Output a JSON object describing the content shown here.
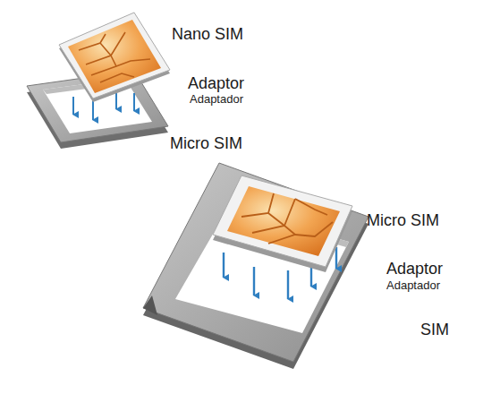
{
  "diagram": {
    "labels": [
      "Nano SIM",
      "Adaptor",
      "Adaptador",
      "Micro SIM",
      "Micro SIM",
      "Adaptor",
      "Adaptador",
      "SIM"
    ]
  }
}
